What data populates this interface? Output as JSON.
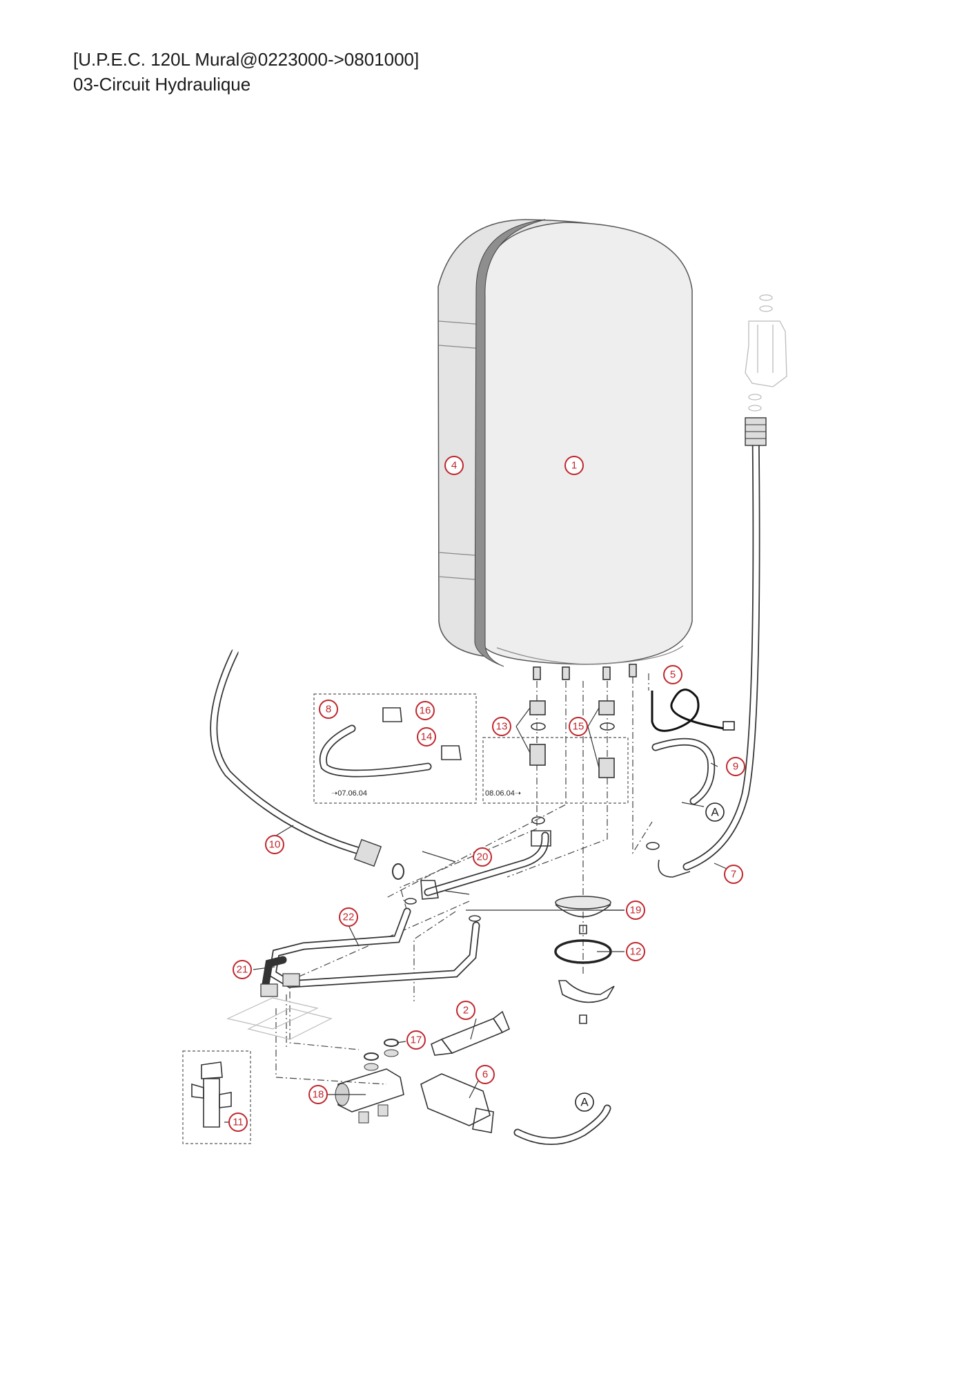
{
  "header": {
    "title": "[U.P.E.C. 120L Mural@0223000->0801000]",
    "subtitle": "03-Circuit Hydraulique"
  },
  "callouts": [
    "1",
    "2",
    "4",
    "5",
    "6",
    "7",
    "8",
    "9",
    "10",
    "11",
    "12",
    "13",
    "14",
    "15",
    "16",
    "17",
    "18",
    "19",
    "20",
    "21",
    "22"
  ],
  "refs": [
    "A",
    "A"
  ],
  "date_labels": [
    "➝07.06.04",
    "08.06.04➝"
  ],
  "colors": {
    "callout": "#c0262c",
    "line": "#333333",
    "tank_fill": "#ebebeb"
  }
}
